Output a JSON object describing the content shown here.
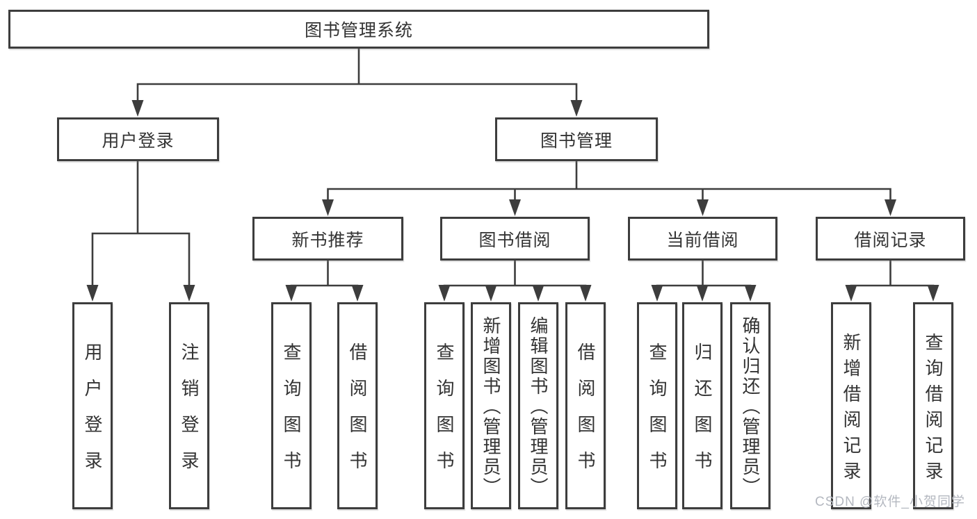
{
  "diagram": {
    "title": "图书管理系统",
    "branches": [
      {
        "label": "用户登录",
        "children": [
          {
            "label": "用户登录"
          },
          {
            "label": "注销登录"
          }
        ]
      },
      {
        "label": "图书管理",
        "children": [
          {
            "label": "新书推荐",
            "children": [
              {
                "label": "查询图书"
              },
              {
                "label": "借阅图书"
              }
            ]
          },
          {
            "label": "图书借阅",
            "children": [
              {
                "label": "查询图书"
              },
              {
                "label": "新增图书（管理员）"
              },
              {
                "label": "编辑图书（管理员）"
              },
              {
                "label": "借阅图书"
              }
            ]
          },
          {
            "label": "当前借阅",
            "children": [
              {
                "label": "查询图书"
              },
              {
                "label": "归还图书"
              },
              {
                "label": "确认归还（管理员）"
              }
            ]
          },
          {
            "label": "借阅记录",
            "children": [
              {
                "label": "新增借阅记录"
              },
              {
                "label": "查询借阅记录"
              }
            ]
          }
        ]
      }
    ]
  },
  "watermark": {
    "text": "CSDN @软件_小贺同学"
  },
  "colors": {
    "line": "#3D3D3D",
    "box_border": "#3D3D3D",
    "text": "#333333",
    "watermark": "#B4B8C0",
    "background": "#FFFFFF"
  }
}
